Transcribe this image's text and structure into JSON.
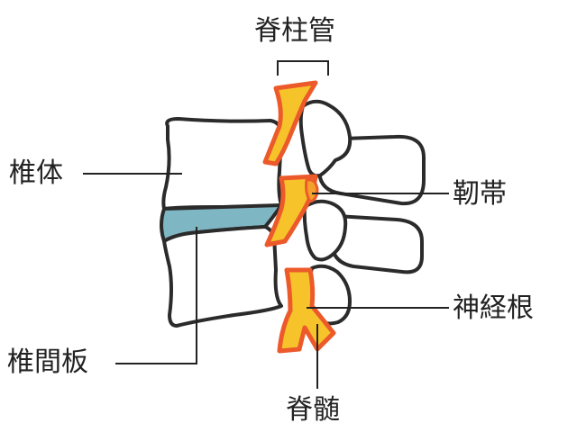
{
  "labels": {
    "spinal_canal": "脊柱管",
    "vertebral_body": "椎体",
    "ligament": "靭帯",
    "intervertebral_disc": "椎間板",
    "nerve_root": "神経根",
    "spinal_cord": "脊髄"
  },
  "colors": {
    "outline": "#2b2b2b",
    "bone_fill": "#ffffff",
    "disc_fill": "#7fb6c4",
    "nerve_fill": "#f6c42a",
    "nerve_outline": "#ec5a2b",
    "ligament_fill": "#f3a12a",
    "leader_line": "#222222"
  }
}
